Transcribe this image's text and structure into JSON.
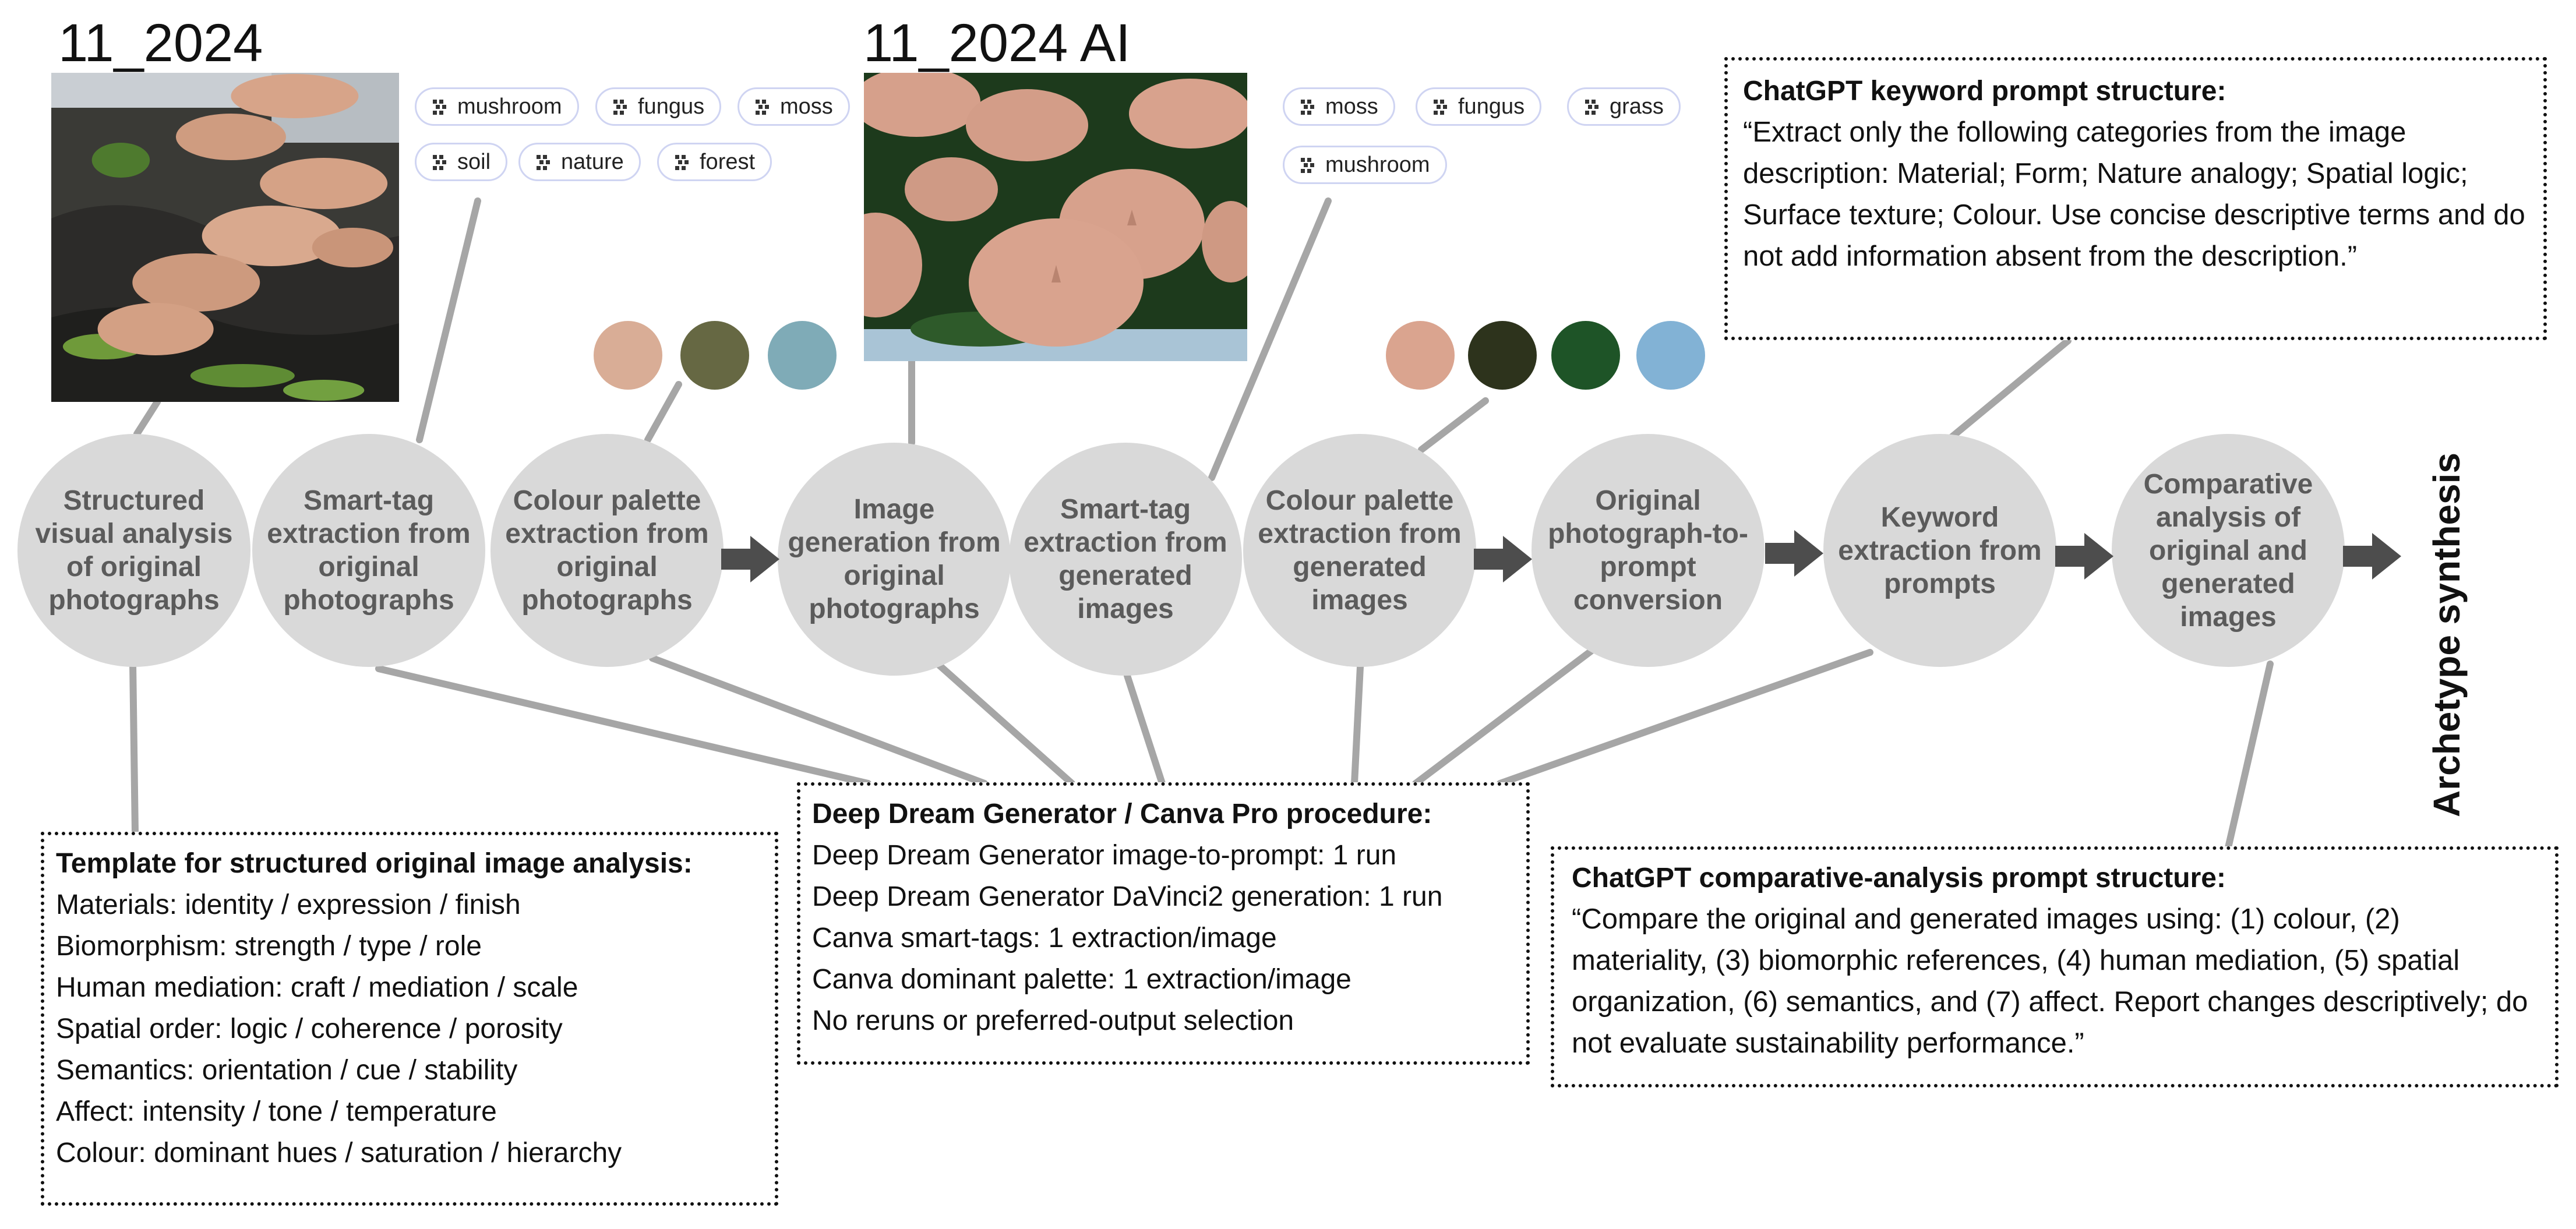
{
  "titles": {
    "original": "11_2024",
    "ai": "11_2024 AI"
  },
  "tags_original": [
    "mushroom",
    "fungus",
    "moss",
    "soil",
    "nature",
    "forest"
  ],
  "tags_generated": [
    "moss",
    "fungus",
    "grass",
    "mushroom"
  ],
  "palette_original": [
    "#d9ad96",
    "#666843",
    "#7fabb7"
  ],
  "palette_generated": [
    "#daa48f",
    "#2d331c",
    "#1e5427",
    "#82b2d5"
  ],
  "steps": [
    "Structured visual analysis of original photographs",
    "Smart-tag extraction from original photographs",
    "Colour palette extraction from original photographs",
    "Image generation from original photographs",
    "Smart-tag extraction from generated images",
    "Colour palette extraction from generated images",
    "Original photograph-to-prompt conversion",
    "Keyword extraction from prompts",
    "Comparative analysis of original and generated images"
  ],
  "final_step": "Archetype synthesis",
  "keyword_box": {
    "title": "ChatGPT keyword prompt structure:",
    "text": "“Extract only the following categories from the image description: Material; Form; Nature analogy; Spatial logic; Surface texture; Colour. Use concise descriptive terms and do not add information absent from the description.”"
  },
  "template_box": {
    "title": "Template for structured original image analysis:",
    "lines": [
      "Materials: identity / expression / finish",
      "Biomorphism: strength / type / role",
      "Human mediation: craft / mediation / scale",
      "Spatial order: logic / coherence / porosity",
      "Semantics: orientation / cue / stability",
      "Affect: intensity / tone / temperature",
      "Colour: dominant hues / saturation / hierarchy"
    ]
  },
  "procedure_box": {
    "title": "Deep Dream Generator / Canva Pro procedure:",
    "lines": [
      "Deep Dream Generator image-to-prompt: 1 run",
      "Deep Dream Generator DaVinci2 generation: 1 run",
      "Canva smart-tags: 1 extraction/image",
      "Canva dominant palette: 1 extraction/image",
      "No reruns or preferred-output selection"
    ]
  },
  "comparative_box": {
    "title": "ChatGPT comparative-analysis prompt structure:",
    "text": "“Compare the original and generated images using: (1) colour, (2) materiality, (3) biomorphic references, (4) human mediation, (5) spatial organization, (6) semantics, and (7) affect. Report changes descriptively; do not evaluate sustainability performance.”"
  },
  "colors": {
    "node_fill": "#d9d9d9",
    "node_text": "#5b5b5b",
    "connector": "#a6a6a6",
    "arrow": "#4d4d4d",
    "tag_border": "#cfd4f2"
  }
}
